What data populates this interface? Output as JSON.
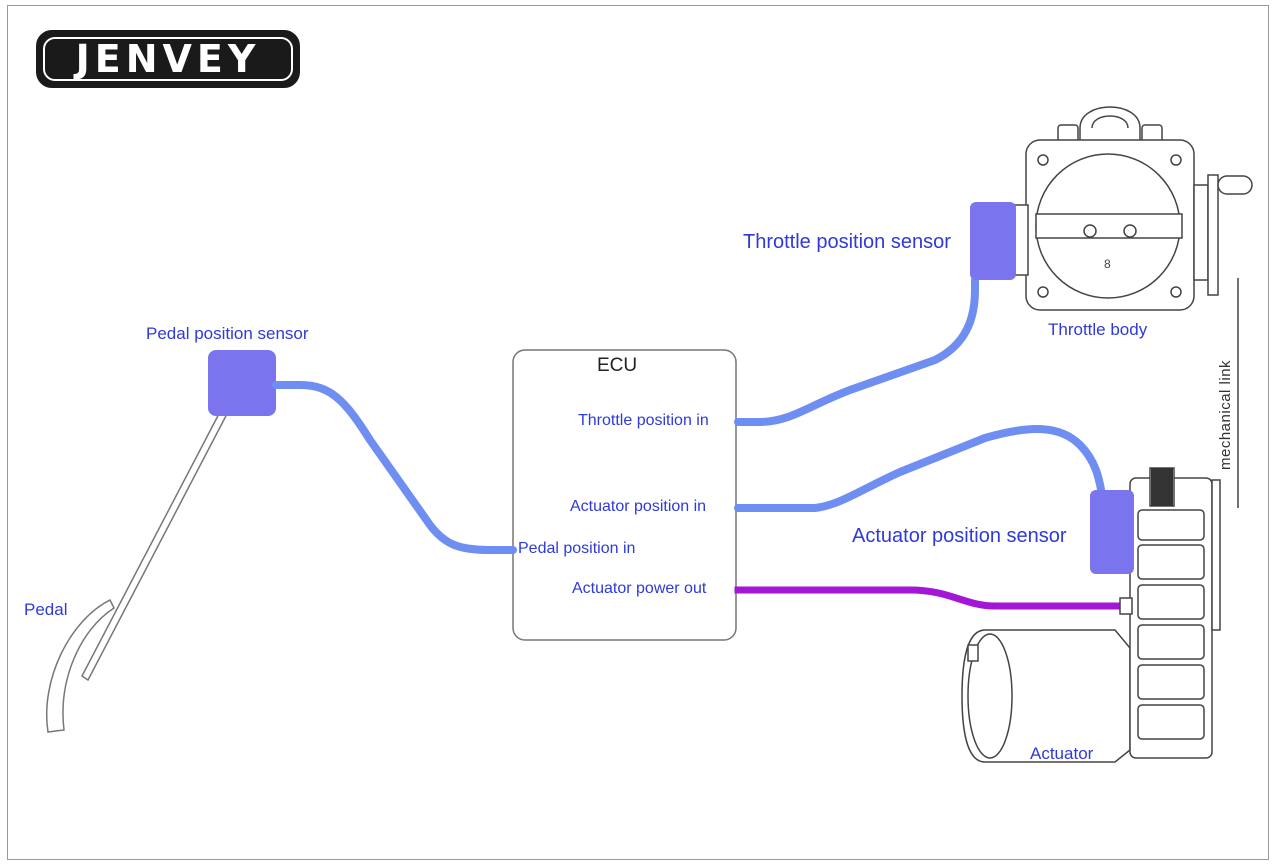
{
  "brand": {
    "logo_text": "JENVEY"
  },
  "labels": {
    "pedal_position_sensor": "Pedal position sensor",
    "pedal": "Pedal",
    "ecu": "ECU",
    "throttle_position_in": "Throttle position in",
    "actuator_position_in": "Actuator position in",
    "pedal_position_in": "Pedal position in",
    "actuator_power_out": "Actuator power out",
    "throttle_position_sensor": "Throttle position sensor",
    "throttle_body": "Throttle body",
    "mechanical_link": "mechanical link",
    "actuator_position_sensor": "Actuator position sensor",
    "actuator": "Actuator",
    "throttle_number": "8"
  },
  "colors": {
    "signal_wire": "#6f8ef2",
    "power_wire": "#a316d6",
    "sensor": "#7a74ee",
    "label": "#2f3ad8"
  }
}
